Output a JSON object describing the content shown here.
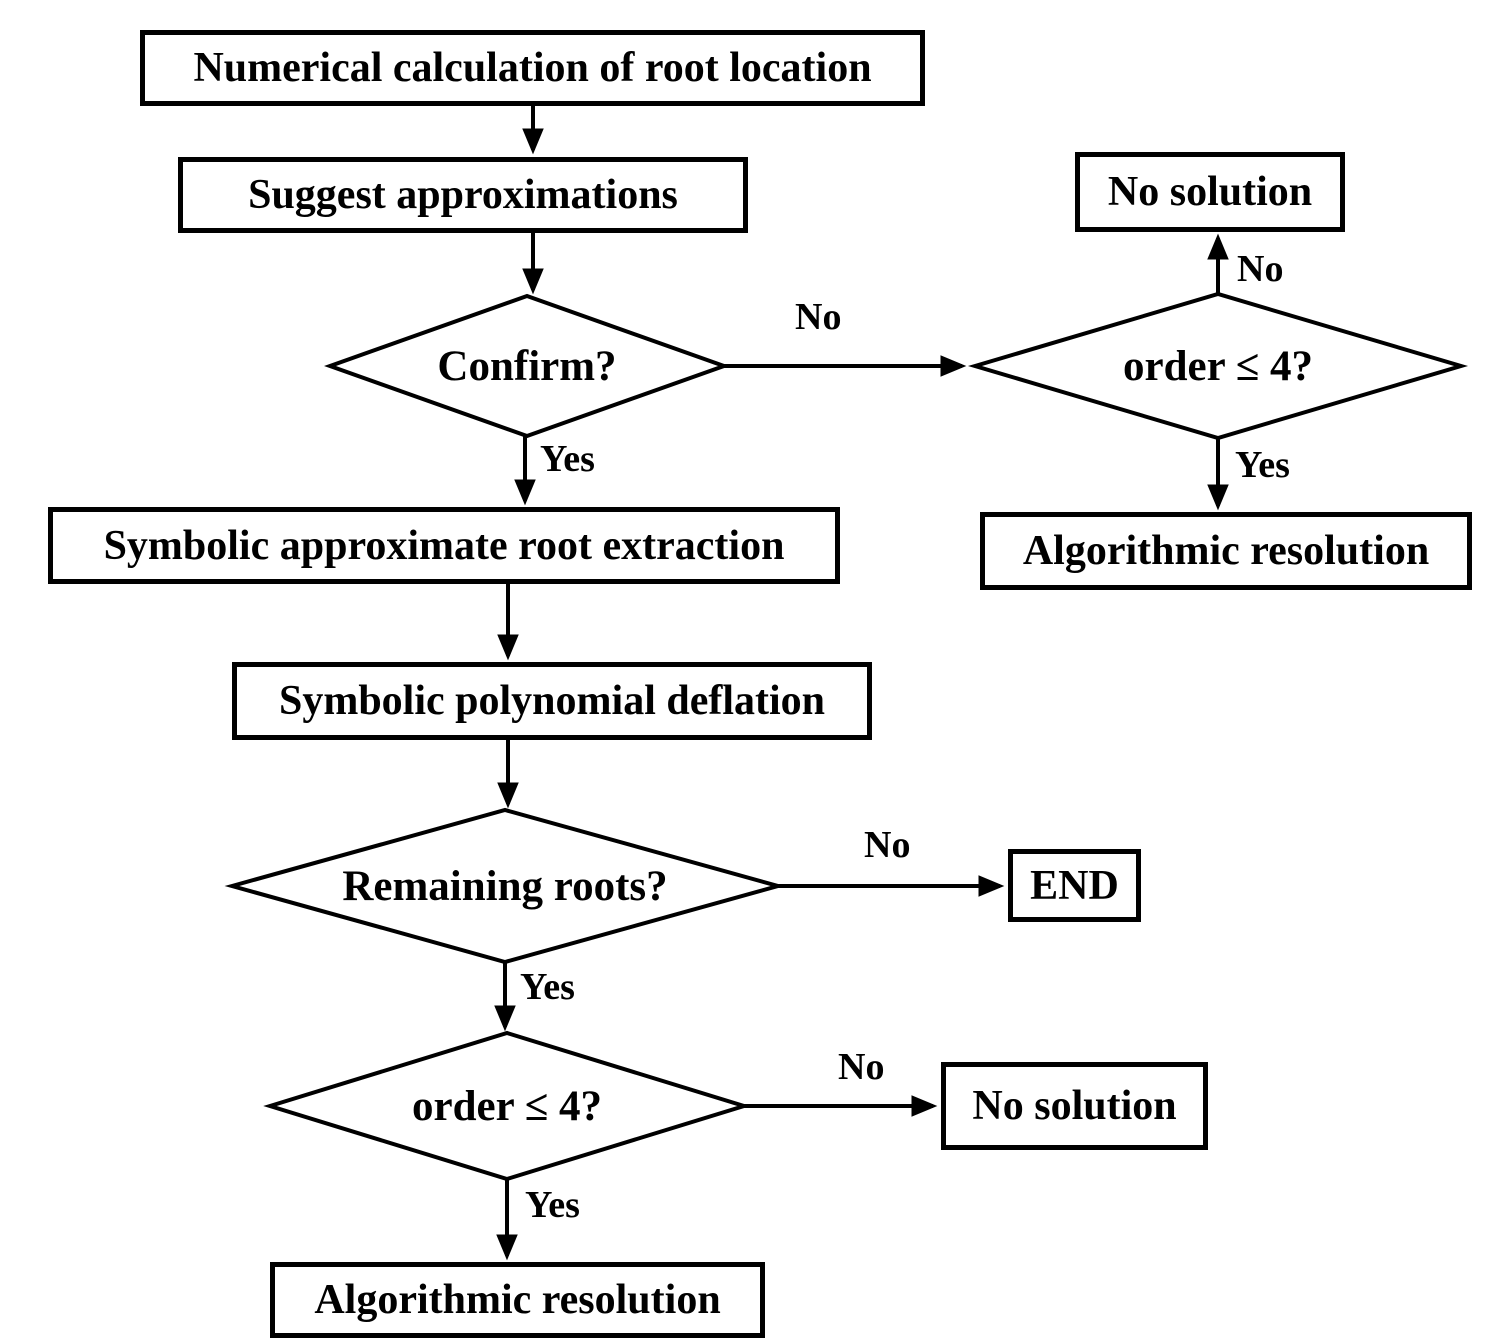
{
  "diagram": {
    "type": "flowchart",
    "background_color": "#ffffff",
    "ink_color": "#000000",
    "nodes": {
      "numerical": {
        "label": "Numerical calculation of root location",
        "shape": "rectangle"
      },
      "suggest": {
        "label": "Suggest approximations",
        "shape": "rectangle"
      },
      "confirm": {
        "label": "Confirm?",
        "shape": "diamond"
      },
      "order4_right": {
        "label": "order ≤ 4?",
        "shape": "diamond"
      },
      "no_solution_right": {
        "label": "No solution",
        "shape": "rectangle"
      },
      "alg_res_right": {
        "label": "Algorithmic resolution",
        "shape": "rectangle"
      },
      "extraction": {
        "label": "Symbolic approximate root extraction",
        "shape": "rectangle"
      },
      "deflation": {
        "label": "Symbolic polynomial deflation",
        "shape": "rectangle"
      },
      "remaining": {
        "label": "Remaining roots?",
        "shape": "diamond"
      },
      "end": {
        "label": "END",
        "shape": "rectangle"
      },
      "order4_bottom": {
        "label": "order ≤ 4?",
        "shape": "diamond"
      },
      "no_solution_bottom": {
        "label": "No solution",
        "shape": "rectangle"
      },
      "alg_res_bottom": {
        "label": "Algorithmic resolution",
        "shape": "rectangle"
      }
    },
    "edge_labels": {
      "confirm_no": "No",
      "confirm_yes": "Yes",
      "order4_right_no": "No",
      "order4_right_yes": "Yes",
      "remaining_no": "No",
      "remaining_yes": "Yes",
      "order4_bottom_no": "No",
      "order4_bottom_yes": "Yes"
    }
  }
}
